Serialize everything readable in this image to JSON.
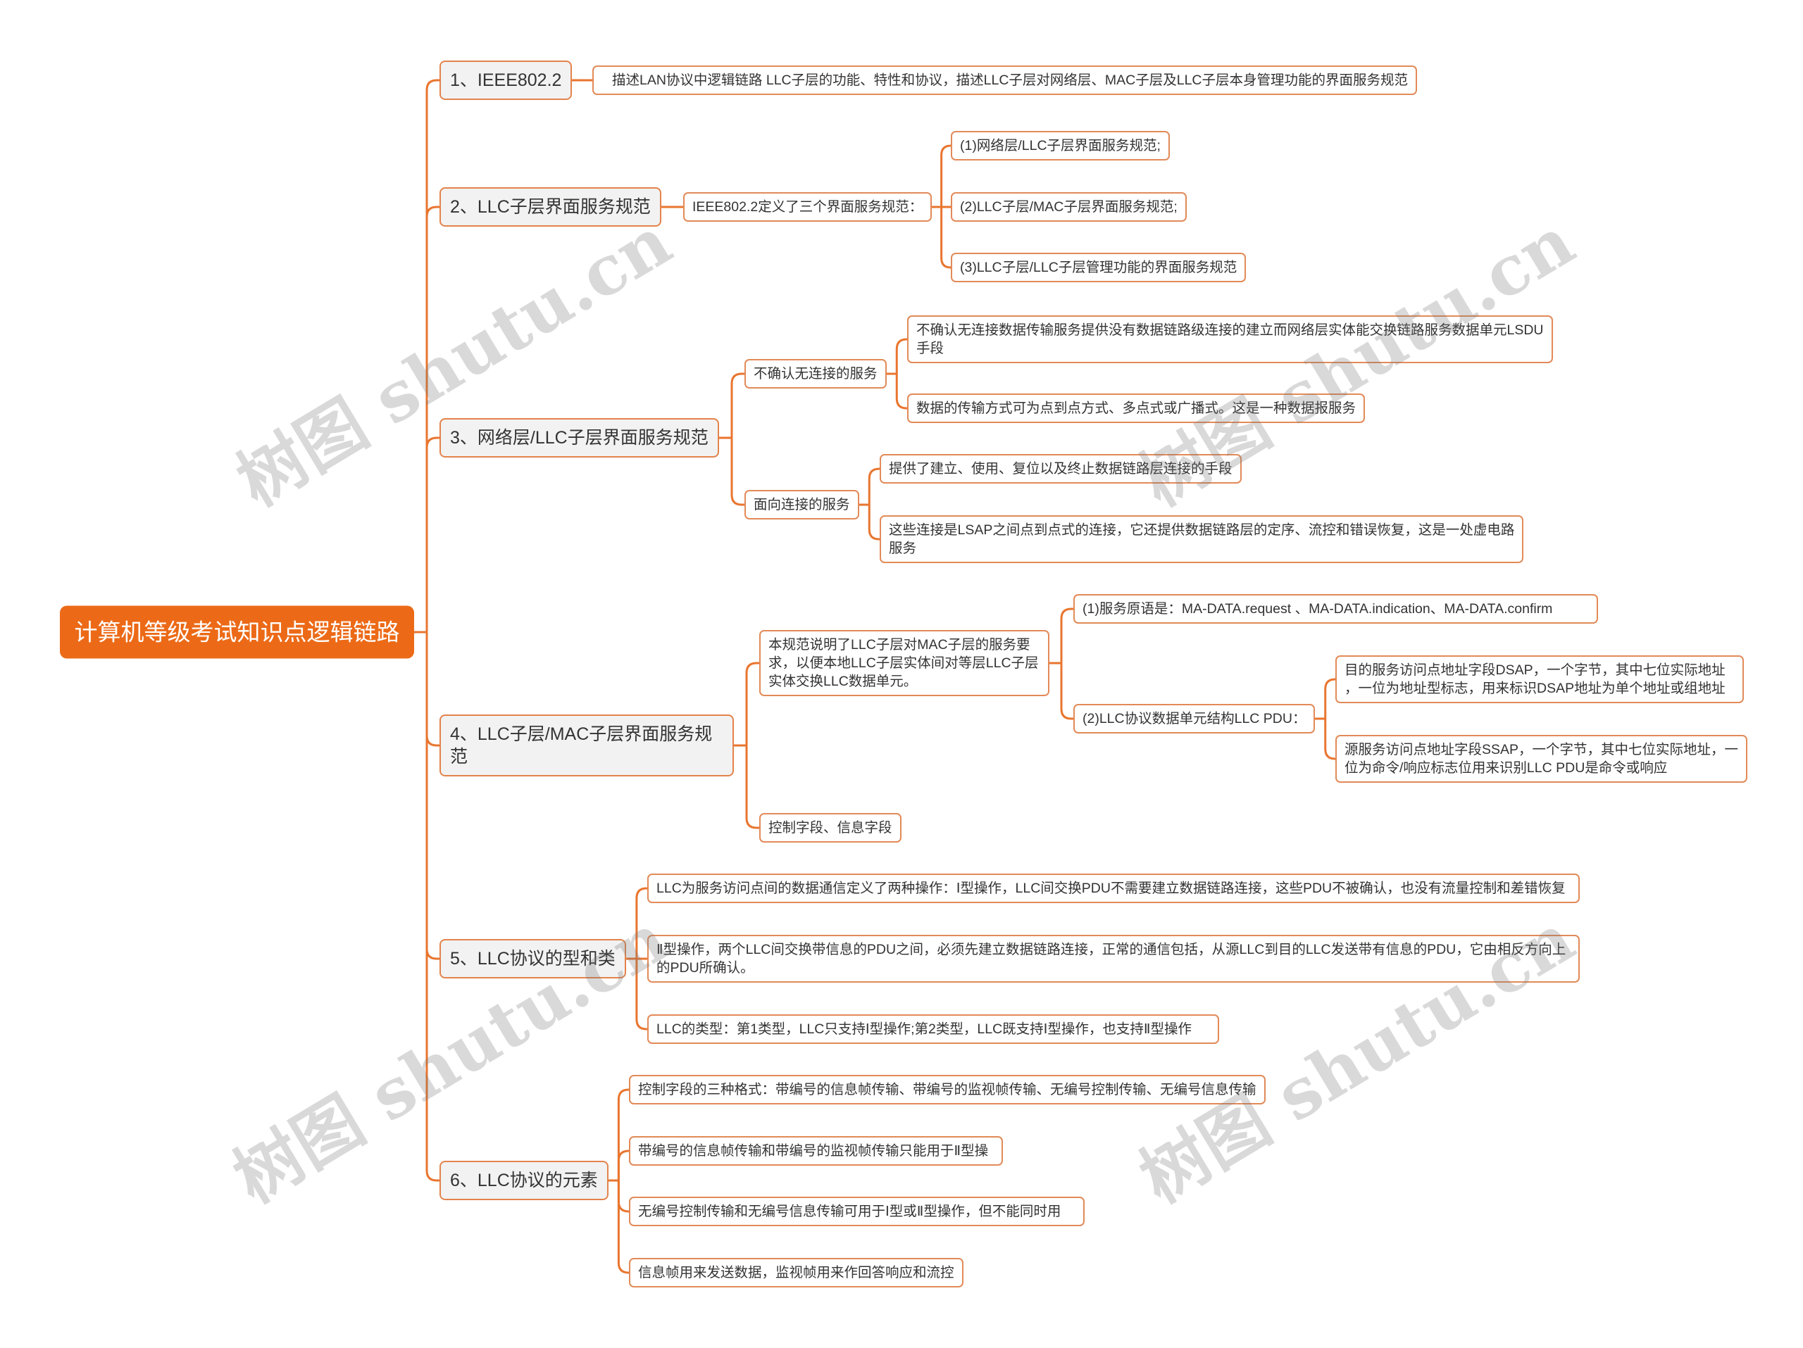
{
  "colors": {
    "accent": "#e9752f",
    "root_fill": "#ec6a17",
    "topic_fill": "#f2f2f2",
    "topic_border": "#e3834c",
    "subtopic_border": "#e28a58",
    "text": "#333333"
  },
  "watermark": "树图 shutu.cn",
  "root": {
    "label": "计算机等级考试知识点逻辑链路"
  },
  "branches": [
    {
      "label": "1、IEEE802.2",
      "children": [
        {
          "label": "描述LAN协议中逻辑链路 LLC子层的功能、特性和协议，描述LLC子层对网络层、MAC子层及LLC子层本身管理功能的界面服务规范"
        }
      ]
    },
    {
      "label": "2、LLC子层界面服务规范",
      "children": [
        {
          "label": "IEEE802.2定义了三个界面服务规范：",
          "children": [
            {
              "label": "(1)网络层/LLC子层界面服务规范;"
            },
            {
              "label": "(2)LLC子层/MAC子层界面服务规范;"
            },
            {
              "label": "(3)LLC子层/LLC子层管理功能的界面服务规范"
            }
          ]
        }
      ]
    },
    {
      "label": "3、网络层/LLC子层界面服务规范",
      "children": [
        {
          "label": "不确认无连接的服务",
          "children": [
            {
              "lines": [
                "不确认无连接数据传输服务提供没有数据链路级连接的建立而网络层实体能交换链路服务数据单元LSDU",
                "手段"
              ]
            },
            {
              "label": "数据的传输方式可为点到点方式、多点式或广播式。这是一种数据报服务"
            }
          ]
        },
        {
          "label": "面向连接的服务",
          "children": [
            {
              "label": "提供了建立、使用、复位以及终止数据链路层连接的手段"
            },
            {
              "lines": [
                "这些连接是LSAP之间点到点式的连接，它还提供数据链路层的定序、流控和错误恢复，这是一处虚电路",
                "服务"
              ]
            }
          ]
        }
      ]
    },
    {
      "lines": [
        "4、LLC子层/MAC子层界面服务规",
        "范"
      ],
      "children": [
        {
          "lines": [
            "本规范说明了LLC子层对MAC子层的服务要",
            "求，以便本地LLC子层实体间对等层LLC子层",
            "实体交换LLC数据单元。"
          ],
          "children": [
            {
              "label": "(1)服务原语是：MA-DATA.request 、MA-DATA.indication、MA-DATA.confirm"
            },
            {
              "label": "(2)LLC协议数据单元结构LLC PDU：",
              "children": [
                {
                  "lines": [
                    "目的服务访问点地址字段DSAP，一个字节，其中七位实际地址",
                    "，一位为地址型标志，用来标识DSAP地址为单个地址或组地址"
                  ]
                },
                {
                  "lines": [
                    "源服务访问点地址字段SSAP，一个字节，其中七位实际地址，一",
                    "位为命令/响应标志位用来识别LLC PDU是命令或响应"
                  ]
                }
              ]
            }
          ]
        },
        {
          "label": "控制字段、信息字段"
        }
      ]
    },
    {
      "label": "5、LLC协议的型和类",
      "children": [
        {
          "label": "LLC为服务访问点间的数据通信定义了两种操作：Ⅰ型操作，LLC间交换PDU不需要建立数据链路连接，这些PDU不被确认，也没有流量控制和差错恢复"
        },
        {
          "lines": [
            "Ⅱ型操作，两个LLC间交换带信息的PDU之间，必须先建立数据链路连接，正常的通信包括，从源LLC到目的LLC发送带有信息的PDU，它由相反方向上",
            "的PDU所确认。"
          ]
        },
        {
          "label": "LLC的类型：第1类型，LLC只支持Ⅰ型操作;第2类型，LLC既支持Ⅰ型操作，也支持Ⅱ型操作"
        }
      ]
    },
    {
      "label": "6、LLC协议的元素",
      "children": [
        {
          "label": "控制字段的三种格式：带编号的信息帧传输、带编号的监视帧传输、无编号控制传输、无编号信息传输"
        },
        {
          "label": "带编号的信息帧传输和带编号的监视帧传输只能用于Ⅱ型操"
        },
        {
          "label": "无编号控制传输和无编号信息传输可用于Ⅰ型或Ⅱ型操作，但不能同时用"
        },
        {
          "label": "信息帧用来发送数据，监视帧用来作回答响应和流控"
        }
      ]
    }
  ]
}
